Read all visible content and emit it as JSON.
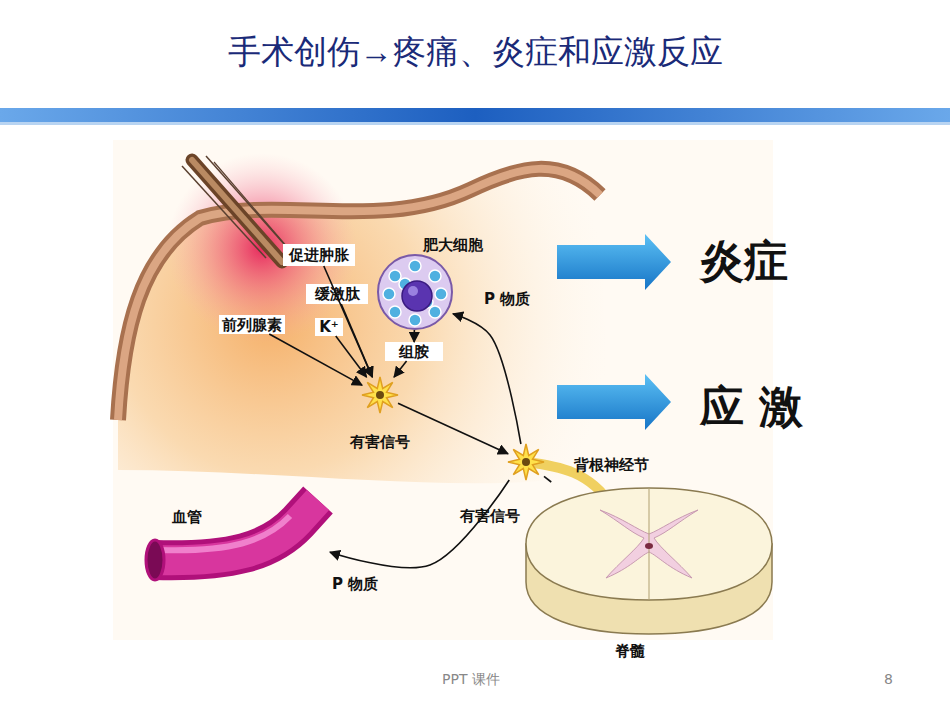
{
  "diagram": {
    "title": "手术创伤→疼痛、炎症和应激反应",
    "nodes": [
      {
        "text": [
          "肥大细胞"
        ]
      },
      {
        "text": [
          "促进肿胀"
        ]
      },
      {
        "text": [
          "缓激肽"
        ]
      },
      {
        "text": [
          "前列腺素"
        ]
      },
      {
        "text": [
          "K⁺"
        ]
      },
      {
        "text": [
          "组胺"
        ]
      },
      {
        "text": [
          "有害信号"
        ]
      },
      {
        "text": [
          "背根神经节"
        ]
      },
      {
        "text": [
          "血管"
        ]
      },
      {
        "text": [
          "脊髓"
        ]
      }
    ],
    "edges": [
      {
        "from": 1,
        "to": 6,
        "arrow": "to"
      },
      {
        "from": 2,
        "to": 6,
        "arrow": "to"
      },
      {
        "from": 3,
        "to": 6,
        "arrow": "to"
      },
      {
        "from": 4,
        "to": 6,
        "arrow": "to"
      },
      {
        "from": 0,
        "to": 5,
        "arrow": "to"
      },
      {
        "from": 5,
        "to": 6,
        "arrow": "to"
      },
      {
        "from": 6,
        "to": 7,
        "label": "有害信号",
        "arrow": "to"
      },
      {
        "from": 7,
        "to": 0,
        "label": "P 物质",
        "arrow": "to"
      },
      {
        "from": 7,
        "to": 8,
        "label": "P 物质",
        "arrow": "to"
      },
      {
        "from": 7,
        "to": 9,
        "arrow": "none"
      }
    ],
    "labels": [
      "炎症",
      "应 激",
      "PPT 课件",
      "8"
    ]
  }
}
